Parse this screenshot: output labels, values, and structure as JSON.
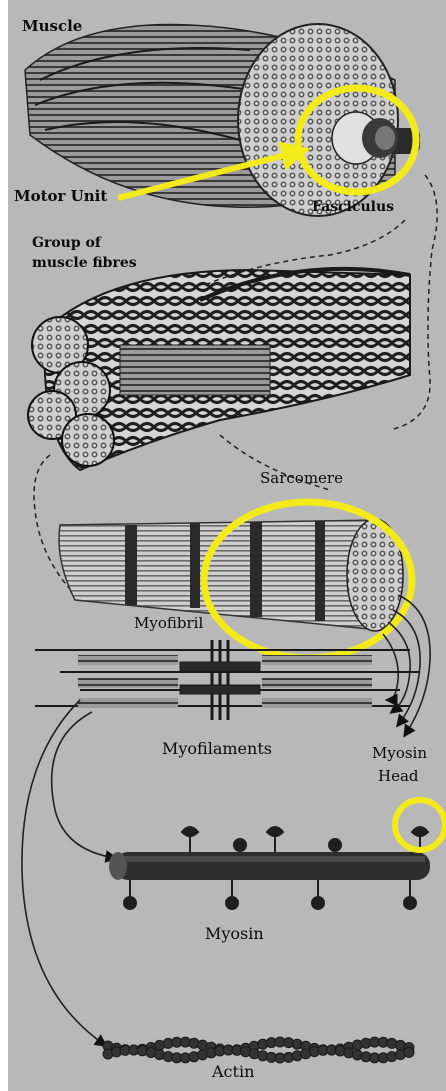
{
  "labels": {
    "muscle": "Muscle",
    "motor_unit": "Motor Unit",
    "fasciculus": "Fasciculus",
    "group_of_fibres_line1": "Group of",
    "group_of_fibres_line2": "muscle fibres",
    "sarcomere": "Sarcomere",
    "myofibril": "Myofibril",
    "myofilaments": "Myofilaments",
    "myosin_head_line1": "Myosin",
    "myosin_head_line2": "Head",
    "myosin": "Myosin",
    "actin": "Actin"
  },
  "colors": {
    "background": "#b8b8b8",
    "highlight": "#f2ea1a",
    "ink": "#111111",
    "tissue_light": "#d9d9d9",
    "tissue_mid": "#8c8c8c",
    "tissue_dark": "#2a2a2a"
  }
}
